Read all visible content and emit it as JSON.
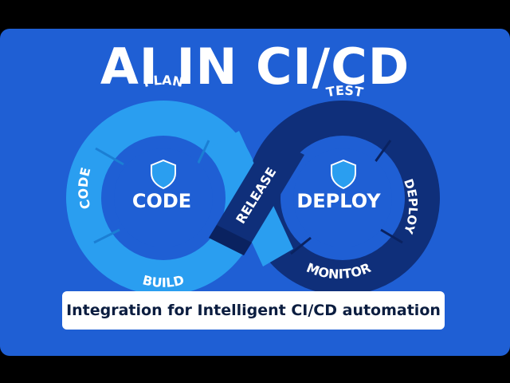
{
  "title": "AI IN CI/CD",
  "subtitle": "Integration for Intelligent CI/CD automation",
  "left_loop": {
    "center_label": "CODE",
    "stages": [
      "PLAN",
      "CODE",
      "BUILD"
    ]
  },
  "right_loop": {
    "center_label": "DEPLOY",
    "stages": [
      "TEST",
      "DEPLOY",
      "MONITOR"
    ]
  },
  "crossing_label": "RELEASE",
  "icons": [
    "shield-icon",
    "shield-icon"
  ],
  "colors": {
    "background": "#1f5fd4",
    "left_loop": "#2a9ef0",
    "left_loop_dark": "#1b7fd4",
    "right_loop": "#0f2f7a",
    "right_loop_dark": "#0a2260",
    "subtitle_text": "#0b1d40"
  }
}
